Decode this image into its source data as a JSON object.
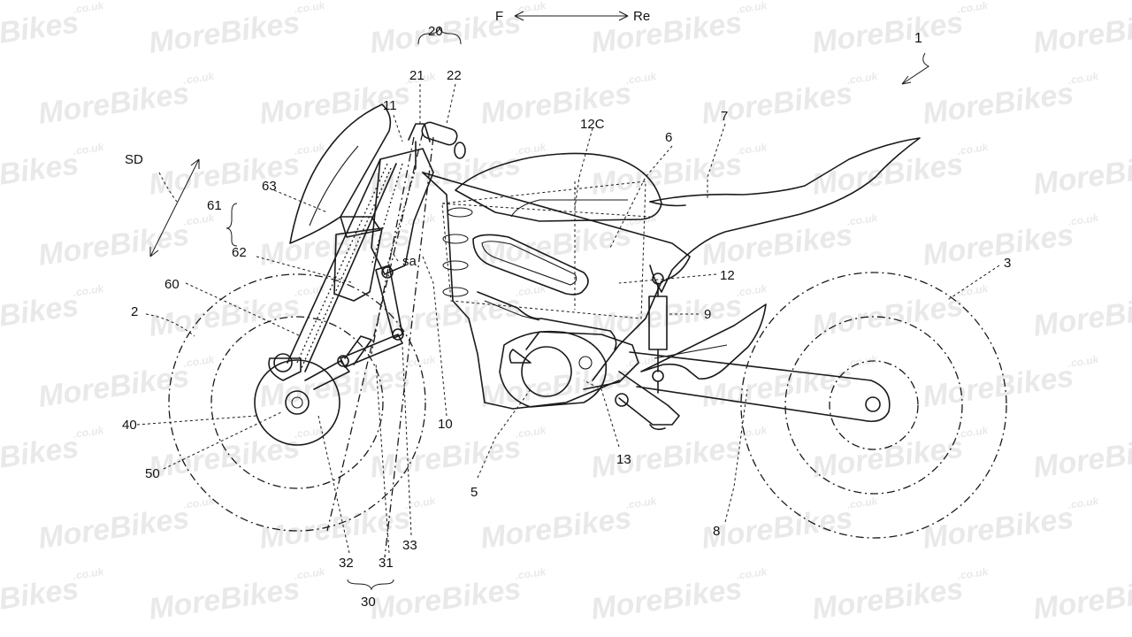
{
  "watermark": {
    "text": "MoreBikes",
    "suffix": ".co.uk"
  },
  "direction": {
    "front": "F",
    "rear": "Re"
  },
  "labels": {
    "l1": "1",
    "l2": "2",
    "l3": "3",
    "l5": "5",
    "l6": "6",
    "l7": "7",
    "l8": "8",
    "l9": "9",
    "l10": "10",
    "l11": "11",
    "l12": "12",
    "l12c": "12C",
    "l13": "13",
    "l20": "20",
    "l21": "21",
    "l22": "22",
    "l30": "30",
    "l31": "31",
    "l32": "32",
    "l33": "33",
    "l40": "40",
    "l50": "50",
    "l60": "60",
    "l61": "61",
    "l62": "62",
    "l63": "63",
    "sd": "SD",
    "sa": "sa"
  },
  "colors": {
    "line": "#1a1a1a",
    "watermark": "#e9e9e9",
    "background": "#ffffff"
  }
}
